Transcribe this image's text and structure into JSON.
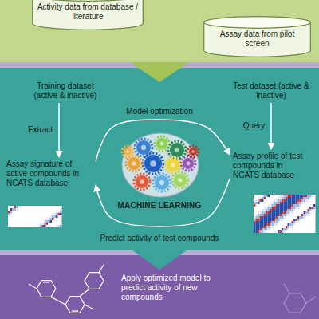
{
  "diagram": {
    "nodes": [
      {
        "text": [
          "Activity data from database / literature"
        ]
      },
      {
        "text": [
          "Assay data from pilot screen"
        ]
      },
      {
        "text": [
          "Training dataset (active & inactive)"
        ]
      },
      {
        "text": [
          "Assay signature of active compounds in NCATS database"
        ]
      },
      {
        "text": [
          "Test dataset (active & inactive)"
        ]
      },
      {
        "text": [
          "Assay profile of test compounds in NCATS database"
        ]
      },
      {
        "text": [
          "Apply optimized model to predict activity of new compounds"
        ]
      }
    ],
    "edges": [
      {
        "from": 2,
        "to": 3,
        "label": "Extract",
        "arrow": "to"
      },
      {
        "from": 4,
        "to": 5,
        "label": "Query",
        "arrow": "to"
      },
      {
        "from": 3,
        "to": 5,
        "label": "Model optimization",
        "arrow": "to"
      },
      {
        "from": 5,
        "to": 3,
        "label": "Predict activity of test compounds",
        "arrow": "to"
      }
    ],
    "labels": [
      "MACHINE LEARNING"
    ]
  }
}
